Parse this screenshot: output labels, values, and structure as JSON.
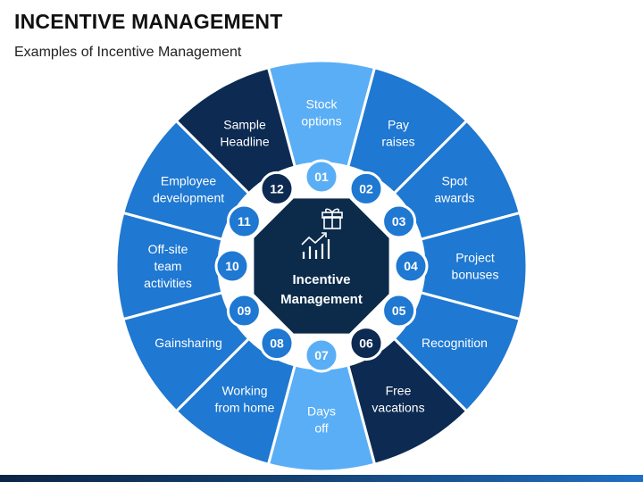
{
  "header": {
    "title": "INCENTIVE MANAGEMENT",
    "subtitle": "Examples of Incentive Management"
  },
  "center": {
    "lines": [
      "Incentive",
      "Management"
    ],
    "icons": [
      "gift-icon",
      "growth-chart-icon"
    ]
  },
  "colors": {
    "light": "#5aaef5",
    "mid": "#1f78d1",
    "dark": "#0c2a52",
    "center": "#0c2b4b",
    "border": "#ffffff"
  },
  "segments": [
    {
      "num": "01",
      "lines": [
        "Stock",
        "options"
      ],
      "tone": "light"
    },
    {
      "num": "02",
      "lines": [
        "Pay",
        "raises"
      ],
      "tone": "mid"
    },
    {
      "num": "03",
      "lines": [
        "Spot",
        "awards"
      ],
      "tone": "mid"
    },
    {
      "num": "04",
      "lines": [
        "Project",
        "bonuses"
      ],
      "tone": "mid"
    },
    {
      "num": "05",
      "lines": [
        "Recognition"
      ],
      "tone": "mid"
    },
    {
      "num": "06",
      "lines": [
        "Free",
        "vacations"
      ],
      "tone": "dark"
    },
    {
      "num": "07",
      "lines": [
        "Days",
        "off"
      ],
      "tone": "light"
    },
    {
      "num": "08",
      "lines": [
        "Working",
        "from home"
      ],
      "tone": "mid"
    },
    {
      "num": "09",
      "lines": [
        "Gainsharing"
      ],
      "tone": "mid"
    },
    {
      "num": "10",
      "lines": [
        "Off-site",
        "team",
        "activities"
      ],
      "tone": "mid"
    },
    {
      "num": "11",
      "lines": [
        "Employee",
        "development"
      ],
      "tone": "mid"
    },
    {
      "num": "12",
      "lines": [
        "Sample",
        "Headline"
      ],
      "tone": "dark"
    }
  ]
}
